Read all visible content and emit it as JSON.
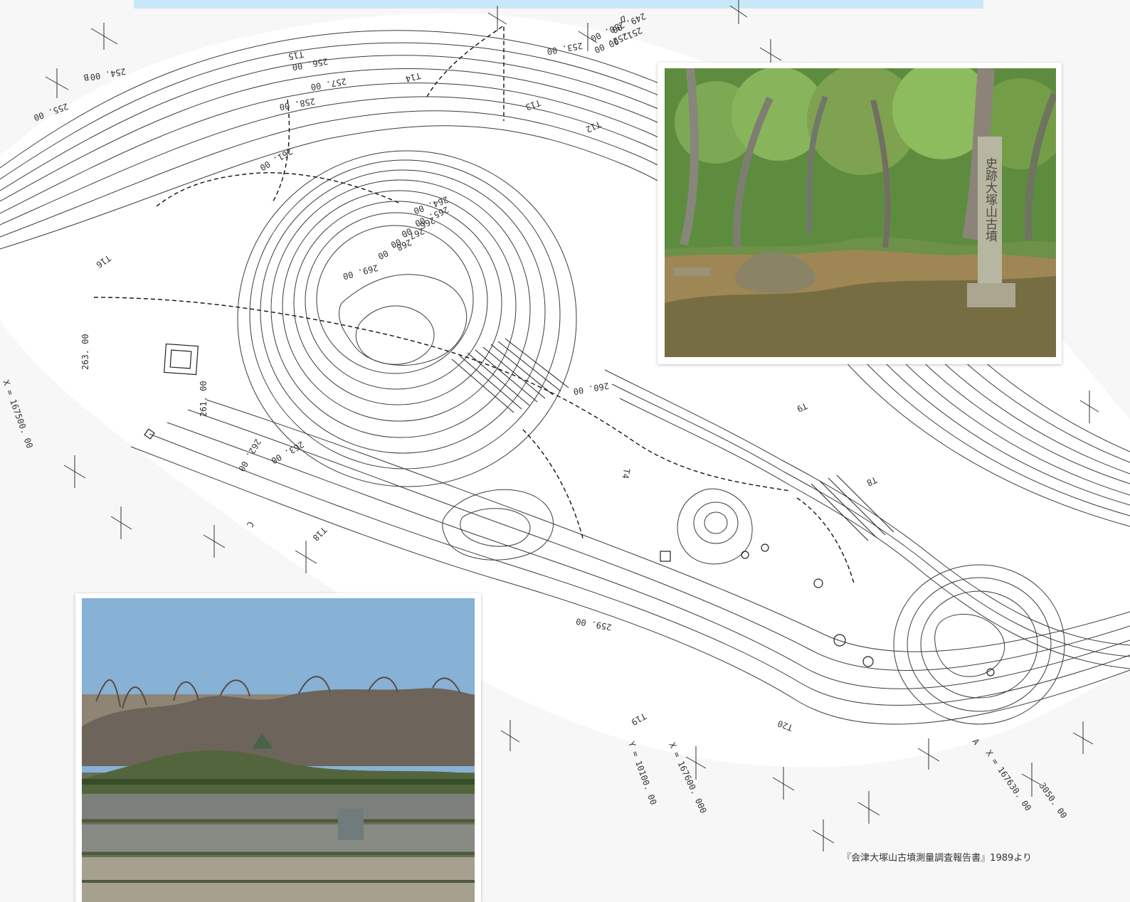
{
  "source_text": "『会津大塚山古墳測量調査報告書』1989より",
  "map_labels": [
    {
      "text": "256. 00"
    },
    {
      "text": "257. 00"
    },
    {
      "text": "258. 00"
    },
    {
      "text": "259. 00"
    },
    {
      "text": "260. 00"
    },
    {
      "text": "261. 00"
    },
    {
      "text": "262. 00"
    },
    {
      "text": "263. 00"
    },
    {
      "text": "264. 00"
    },
    {
      "text": "265. 00"
    },
    {
      "text": "266. 00"
    },
    {
      "text": "267. 00"
    },
    {
      "text": "268. 00"
    },
    {
      "text": "269. 00"
    },
    {
      "text": "T15"
    },
    {
      "text": "T14"
    },
    {
      "text": "T13"
    },
    {
      "text": "T12"
    },
    {
      "text": "T16"
    },
    {
      "text": "T18"
    },
    {
      "text": "T19"
    },
    {
      "text": "T20"
    },
    {
      "text": "T8"
    },
    {
      "text": "T9"
    },
    {
      "text": "T4"
    },
    {
      "text": "Y = 10100. 00"
    },
    {
      "text": "X = 167600. 000"
    },
    {
      "text": "X = 167630. 00"
    },
    {
      "text": "X = 167500. 00"
    },
    {
      "text": "3050. 00"
    },
    {
      "text": "A"
    },
    {
      "text": "B"
    },
    {
      "text": "C"
    },
    {
      "text": "D"
    },
    {
      "text": "249. 00"
    },
    {
      "text": "250. 00"
    },
    {
      "text": "251. 00"
    },
    {
      "text": "252. 00"
    },
    {
      "text": "253. 00"
    },
    {
      "text": "254. 00"
    },
    {
      "text": "255. 00"
    },
    {
      "text": "263. 00"
    },
    {
      "text": "261. 00"
    }
  ],
  "photos": {
    "forest_sign_text": "史跡大塚山古墳",
    "forest_photo_name": "Forest area photograph",
    "cemetery_photo_name": "Hillside cemetery photograph"
  },
  "colors": {
    "top_band": "#c9e8f7",
    "contour": "#3b3b3b"
  }
}
